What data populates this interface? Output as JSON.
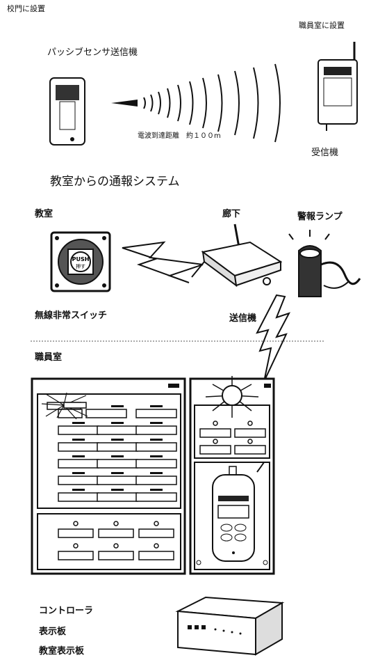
{
  "top": {
    "gate_label": "校門に設置",
    "staff_room_label": "職員室に設置",
    "sensor_label": "パッシブセンサ送信機",
    "range_label": "電波到達距離　約１００m",
    "receiver_label": "受信機"
  },
  "classroom_system": {
    "title": "教室からの通報システム",
    "classroom_label": "教室",
    "hallway_label": "廊下",
    "lamp_label": "警報ランプ",
    "switch_label": "無線非常スイッチ",
    "transmitter_label": "送信機",
    "push_button_text": "PUSH",
    "push_button_sub": "押す"
  },
  "staff_room": {
    "title": "職員室"
  },
  "bottom": {
    "controller_label": "コントローラ",
    "display_label": "表示板",
    "classroom_display_label": "教室表示板"
  }
}
